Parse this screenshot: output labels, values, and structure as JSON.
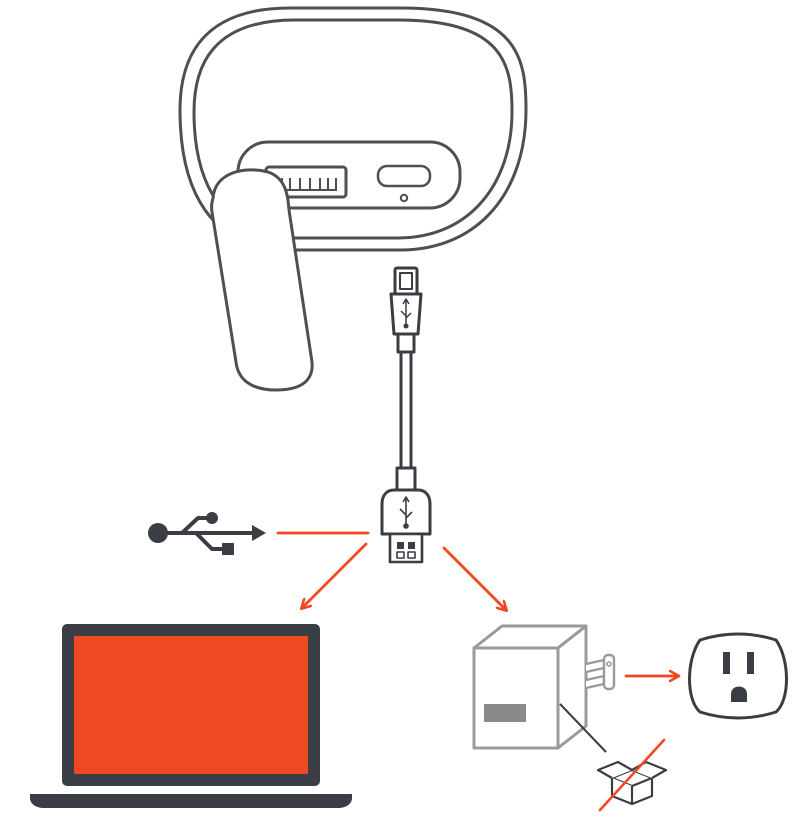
{
  "colors": {
    "outline": "#4d4f53",
    "dark": "#3a3d43",
    "orange": "#ef4923",
    "light_gray": "#9a9a9a",
    "mid_gray": "#8a8a8a",
    "white": "#ffffff"
  },
  "icons": {
    "device": "speaker-back-icon",
    "usb_symbol": "usb-symbol-icon",
    "cable": "micro-usb-cable-icon",
    "plug": "usb-a-plug-icon",
    "laptop": "laptop-icon",
    "adapter": "wall-adapter-icon",
    "outlet": "wall-outlet-icon",
    "box": "open-box-icon",
    "not_included": "not-included-slash-icon"
  },
  "connections": [
    {
      "from": "usb-a-plug",
      "to": "usb-symbol"
    },
    {
      "from": "usb-a-plug",
      "to": "laptop"
    },
    {
      "from": "usb-a-plug",
      "to": "wall-adapter"
    },
    {
      "from": "wall-adapter",
      "to": "wall-outlet"
    }
  ],
  "notes": {
    "adapter_included": false
  }
}
